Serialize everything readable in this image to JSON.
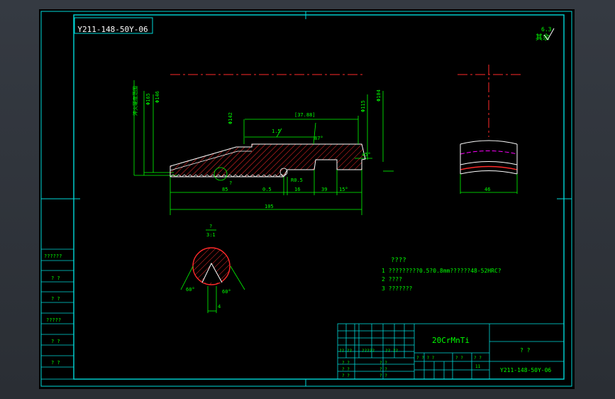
{
  "drawing": {
    "mirrored_code": "Y211-148-50Y-06",
    "surface_finish_mark": "其余",
    "surface_finish_value": "6.3"
  },
  "left_dims": [
    "淬火硬度范围",
    "Φ165",
    "Φ146"
  ],
  "right_dims": [
    "Φ115",
    "Φ104"
  ],
  "section_dims": {
    "d142": "Φ142",
    "d37": "[37.88]",
    "angle_small": "1.5",
    "angle_87": "87°",
    "chamfer": "45°",
    "radius": "R0.5",
    "detail_label": "?",
    "len_85": "85",
    "len_05": "0.5",
    "len_16": "16",
    "len_39": "39",
    "angle_15": "15°",
    "total": "105"
  },
  "right_view": {
    "width": "46"
  },
  "detail_view": {
    "label": "?",
    "scale": "3:1",
    "angle_left": "60°",
    "angle_right": "60°",
    "width": "4"
  },
  "notes": {
    "title": "????",
    "items": [
      "1 ?????????0.5?0.8mm??????48-52HRC?",
      "2 ????",
      "3 ???????"
    ]
  },
  "left_stamps": [
    "??????",
    "? ?",
    "? ?",
    "?????",
    "? ?",
    "? ?"
  ],
  "title_block": {
    "material": "20CrMnTi",
    "part_name": "? ?",
    "drawing_no": "Y211-148-50Y-06",
    "row_labels": [
      "?? ??",
      "?????",
      "?? ??"
    ],
    "bottom_left": [
      "? ?",
      "? ?",
      "? ?"
    ],
    "bottom_mid": [
      "? ?",
      "? ?",
      "? ?"
    ],
    "scale_cells": [
      "? ? ? ?",
      "? ?",
      "? ?",
      "11"
    ]
  }
}
